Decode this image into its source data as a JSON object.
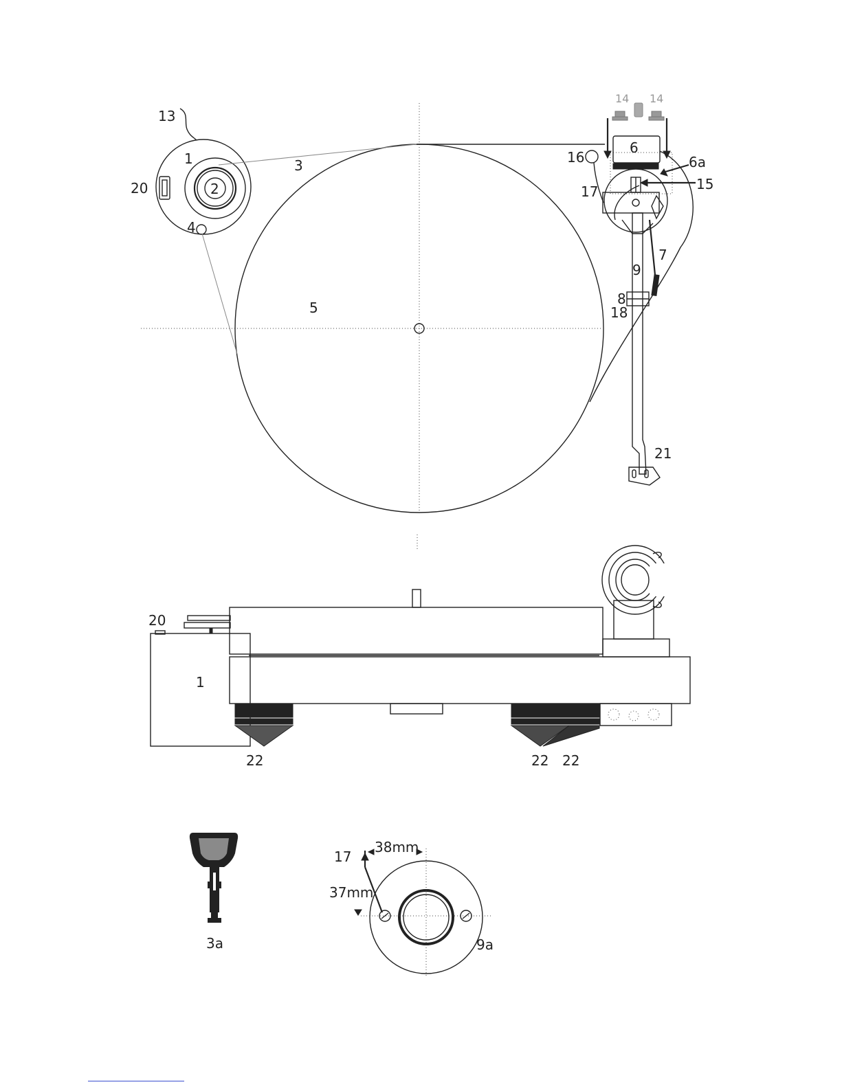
{
  "top_view": {
    "labels": {
      "motor_unit": "1",
      "pulley": "2",
      "belt": "3",
      "motor_switch_hole": "4",
      "platter": "5",
      "counterweight": "6",
      "counterweight_ring": "6a",
      "cue_lever": "7",
      "tonearm_rest": "8",
      "tonearm": "9",
      "motor_cable": "13",
      "weights_left": "14",
      "weights_right": "14",
      "antiskate_screw": "15",
      "antiskate_weight": "16",
      "bearing_pin": "17",
      "arm_lift": "18",
      "power_switch": "20",
      "headshell": "21"
    }
  },
  "side_view": {
    "labels": {
      "power_switch": "20",
      "motor_unit": "1",
      "foot_left": "22",
      "foot_mid": "22",
      "foot_right": "22"
    }
  },
  "details": {
    "tool_label": "3a",
    "mount_label": "9a",
    "pin_label": "17",
    "dim_horizontal": "38mm",
    "dim_vertical": "37mm"
  }
}
